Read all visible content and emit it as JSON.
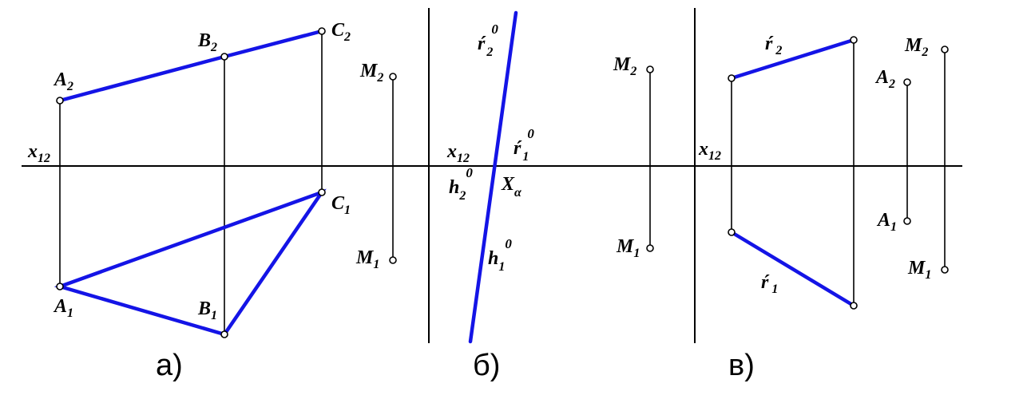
{
  "panel_a": {
    "caption": "а)",
    "axis_label": {
      "main": "x",
      "sub": "12"
    },
    "points": {
      "A2": {
        "main": "A",
        "sub": "2"
      },
      "B2": {
        "main": "B",
        "sub": "2"
      },
      "C2": {
        "main": "C",
        "sub": "2"
      },
      "M2": {
        "main": "M",
        "sub": "2"
      },
      "A1": {
        "main": "A",
        "sub": "1"
      },
      "B1": {
        "main": "B",
        "sub": "1"
      },
      "C1": {
        "main": "C",
        "sub": "1"
      },
      "M1": {
        "main": "M",
        "sub": "1"
      }
    }
  },
  "panel_b": {
    "caption": "б)",
    "axis_label": {
      "main": "x",
      "sub": "12"
    },
    "trace_f2": {
      "main": "ŕ",
      "sub": "2",
      "sup": "0"
    },
    "trace_f1": {
      "main": "ŕ",
      "sub": "1",
      "sup": "0"
    },
    "trace_h2": {
      "main": "h",
      "sub": "2",
      "sup": "0"
    },
    "trace_h1": {
      "main": "h",
      "sub": "1",
      "sup": "0"
    },
    "vanishing_point": {
      "main": "X",
      "sub": "α"
    },
    "points": {
      "M2": {
        "main": "M",
        "sub": "2"
      },
      "M1": {
        "main": "M",
        "sub": "1"
      }
    }
  },
  "panel_c": {
    "caption": "в)",
    "axis_label": {
      "main": "x",
      "sub": "12"
    },
    "line_f2": {
      "main": "ŕ",
      "sub": "2"
    },
    "line_f1": {
      "main": "ŕ",
      "sub": "1"
    },
    "points": {
      "A2": {
        "main": "A",
        "sub": "2"
      },
      "A1": {
        "main": "A",
        "sub": "1"
      },
      "M2": {
        "main": "M",
        "sub": "2"
      },
      "M1": {
        "main": "M",
        "sub": "1"
      }
    }
  },
  "colors": {
    "construction_line": "#1414e6",
    "ink": "#000000"
  }
}
